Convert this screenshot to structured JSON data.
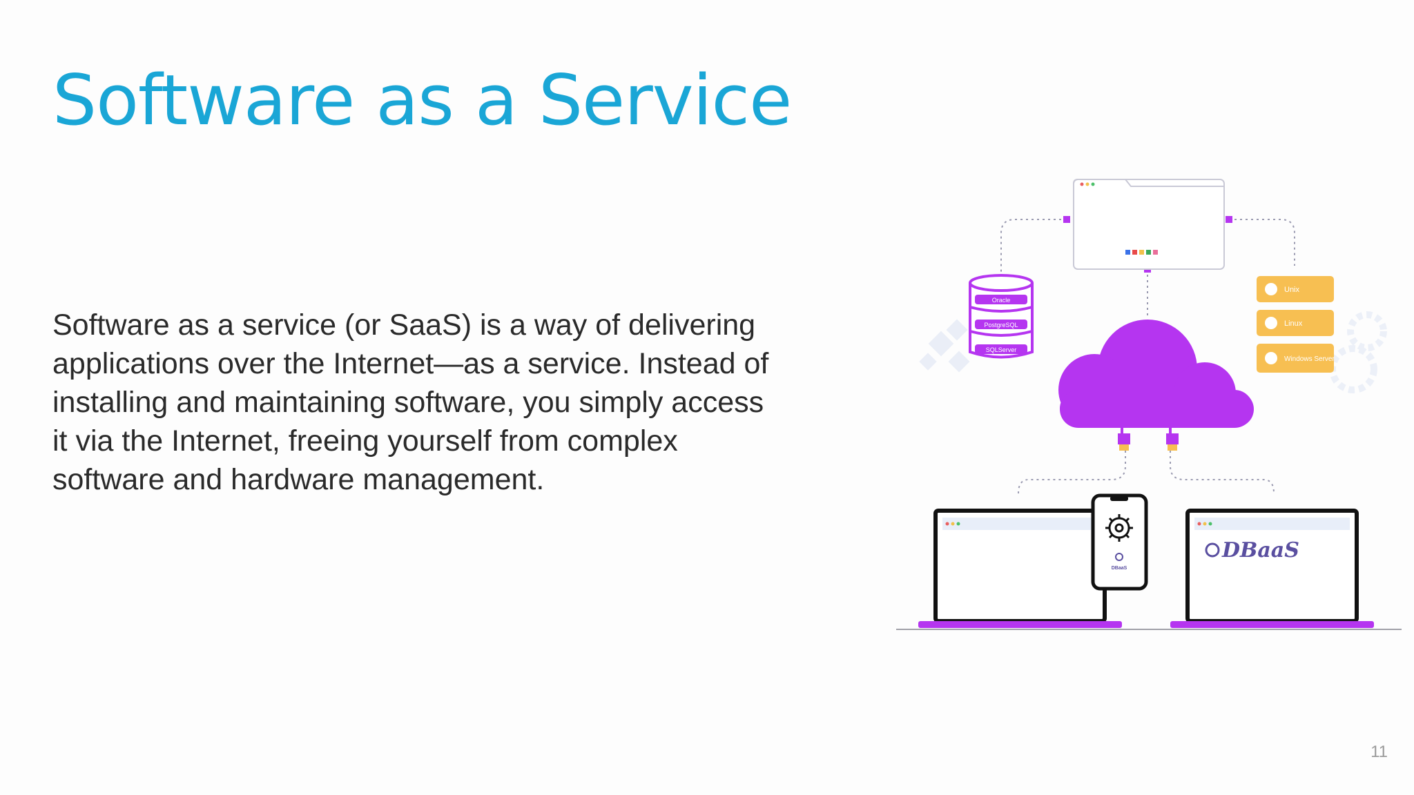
{
  "slide": {
    "title": "Software as a Service",
    "body": "Software as a service (or SaaS) is a way of delivering applications over the Internet—as a service. Instead of installing and maintaining software, you simply access it via the Internet, freeing yourself from complex software and hardware management.",
    "page_number": "11"
  },
  "illustration": {
    "db_labels": [
      "Oracle",
      "PostgreSQL",
      "SQLServer"
    ],
    "os_labels": [
      "Unix",
      "Linux",
      "Windows Server"
    ],
    "laptop_brand": "DBaaS",
    "phone_label": "DBaaS"
  },
  "colors": {
    "title": "#1aa6d6",
    "accent_purple": "#b535f0",
    "accent_orange": "#f7bf52",
    "body_text": "#2a2a2a"
  }
}
